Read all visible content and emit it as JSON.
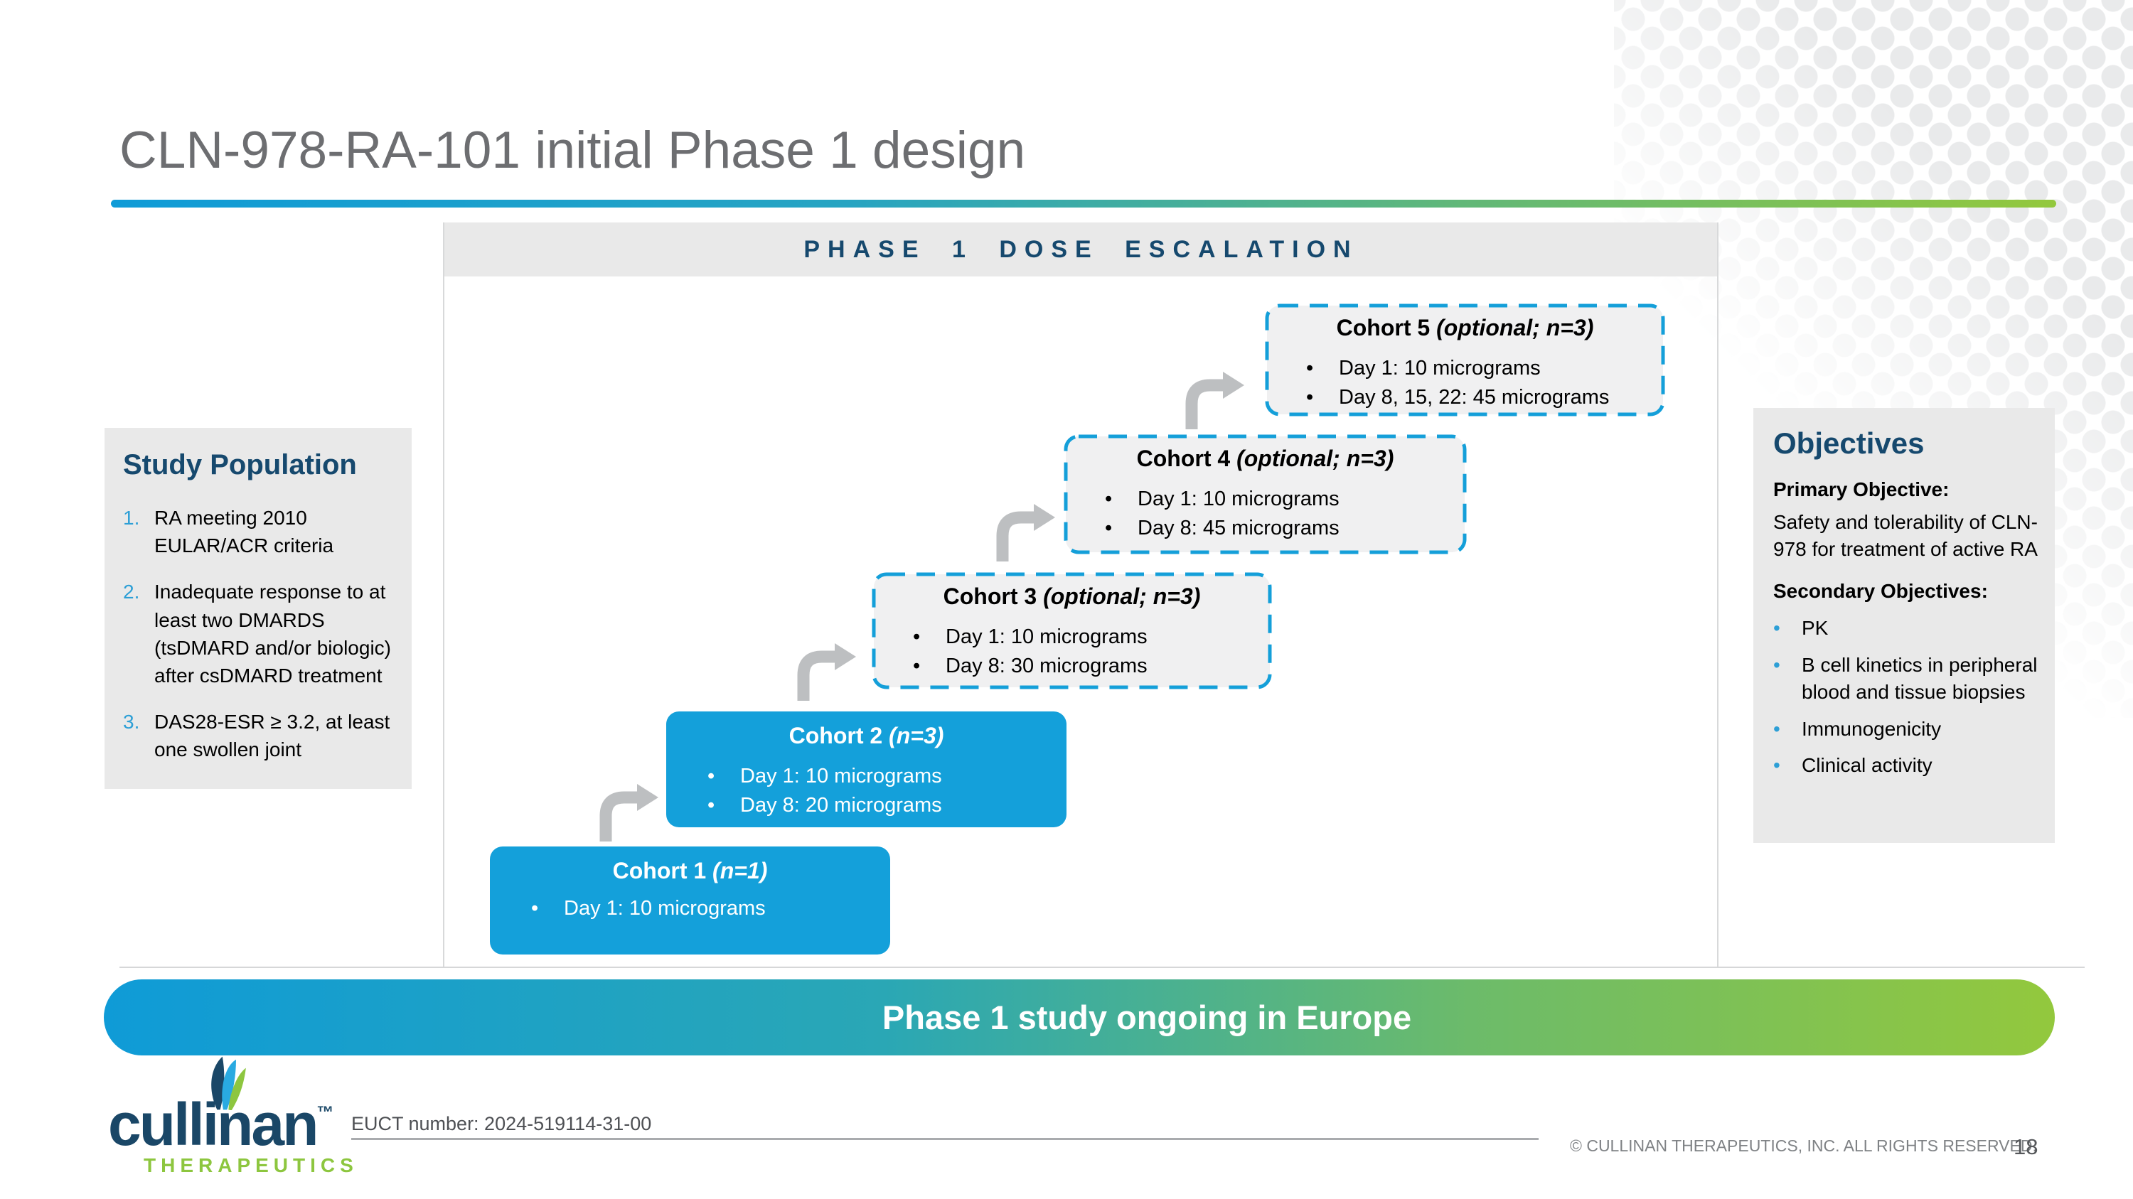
{
  "title": "CLN-978-RA-101 initial Phase 1 design",
  "phase_header": "PHASE 1 DOSE ESCALATION",
  "cohorts": [
    {
      "name": "Cohort 1 ",
      "qualifier": "(n=1)",
      "bullet1": "Day 1: 10 micrograms"
    },
    {
      "name": "Cohort 2 ",
      "qualifier": "(n=3)",
      "bullet1": "Day 1: 10 micrograms",
      "bullet2": "Day 8: 20 micrograms"
    },
    {
      "name": "Cohort 3 ",
      "qualifier": "(optional; n=3)",
      "bullet1": "Day 1: 10 micrograms",
      "bullet2": "Day 8: 30 micrograms"
    },
    {
      "name": "Cohort 4 ",
      "qualifier": "(optional; n=3)",
      "bullet1": "Day 1: 10 micrograms",
      "bullet2": "Day 8: 45 micrograms"
    },
    {
      "name": "Cohort 5 ",
      "qualifier": "(optional; n=3)",
      "bullet1": "Day 1: 10 micrograms",
      "bullet2": "Day 8, 15, 22: 45 micrograms"
    }
  ],
  "study_population": {
    "title": "Study Population",
    "items": [
      {
        "num": "1.",
        "text": "RA meeting 2010 EULAR/ACR criteria"
      },
      {
        "num": "2.",
        "text": "Inadequate response to at least two DMARDS (tsDMARD and/or biologic) after csDMARD treatment"
      },
      {
        "num": "3.",
        "text": "DAS28-ESR ≥ 3.2, at least one swollen joint"
      }
    ]
  },
  "objectives": {
    "title": "Objectives",
    "primary_label": "Primary Objective:",
    "primary_text": "Safety and tolerability of CLN-978 for treatment of active RA",
    "secondary_label": "Secondary Objectives:",
    "items": [
      "PK",
      "B cell kinetics in peripheral blood and tissue biopsies",
      "Immunogenicity",
      "Clinical activity"
    ]
  },
  "banner": "Phase 1 study ongoing in Europe",
  "footer": {
    "logo_name": "cullinan",
    "logo_tm": "™",
    "logo_sub": "THERAPEUTICS",
    "euct": "EUCT number: 2024-519114-31-00",
    "copyright": "© CULLINAN THERAPEUTICS, INC. ALL RIGHTS RESERVED.",
    "page": "18"
  },
  "colors": {
    "accent_blue": "#14a0da",
    "navy": "#16496e",
    "green": "#8dc63f",
    "title_gray": "#6d6e71"
  }
}
